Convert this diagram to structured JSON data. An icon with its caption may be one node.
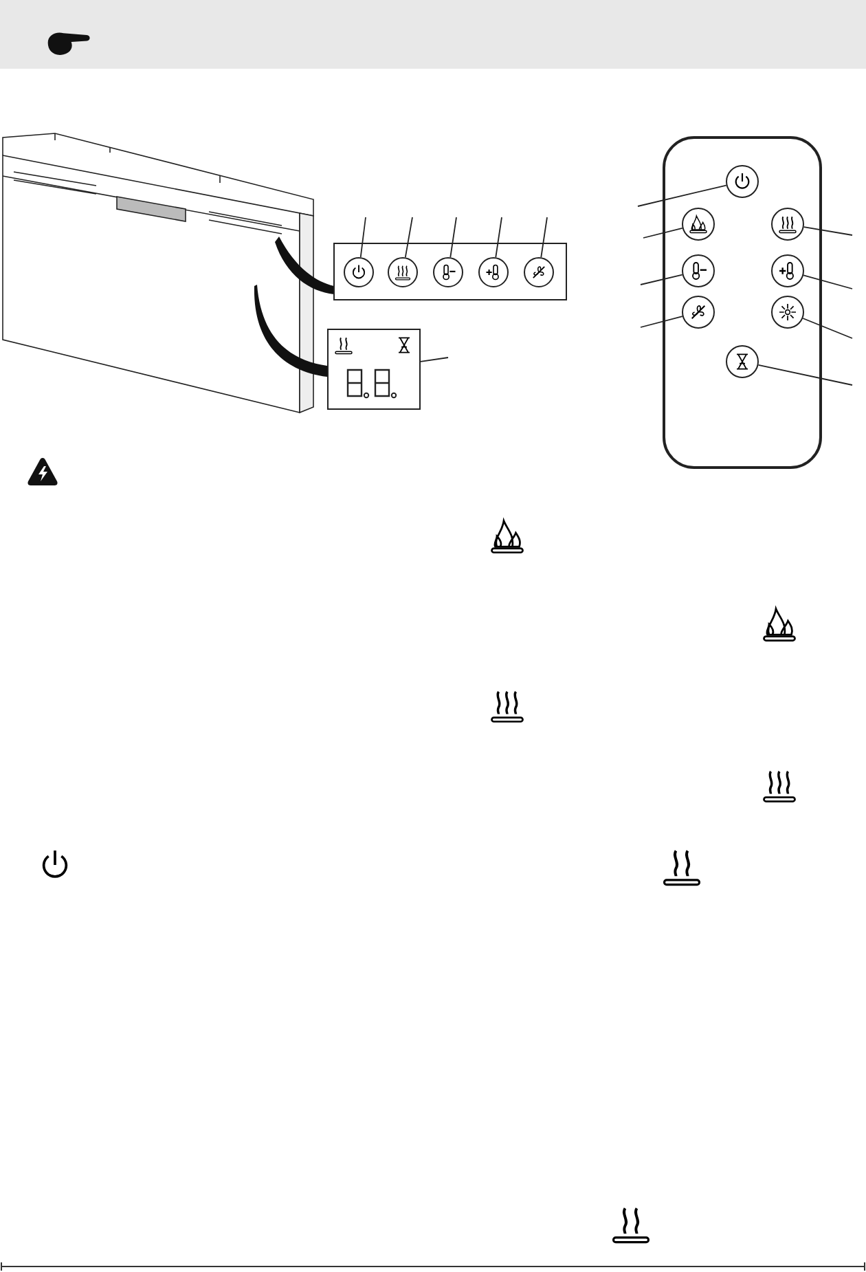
{
  "diagram": {
    "nodes": [
      {
        "text": [],
        "shape": "circle"
      },
      {
        "text": [],
        "shape": "circle"
      },
      {
        "text": [],
        "shape": "circle"
      },
      {
        "text": [],
        "shape": "circle"
      },
      {
        "text": [],
        "shape": "circle"
      },
      {
        "text": [],
        "shape": "box"
      },
      {
        "text": [],
        "shape": "circle"
      },
      {
        "text": [],
        "shape": "circle"
      },
      {
        "text": [],
        "shape": "circle"
      },
      {
        "text": [],
        "shape": "circle"
      },
      {
        "text": [],
        "shape": "circle"
      },
      {
        "text": [],
        "shape": "circle"
      },
      {
        "text": [],
        "shape": "circle"
      },
      {
        "text": [],
        "shape": "circle"
      }
    ],
    "edges": [
      {
        "from": null,
        "to": 0,
        "arrow": "none"
      },
      {
        "from": null,
        "to": 1,
        "arrow": "none"
      },
      {
        "from": null,
        "to": 2,
        "arrow": "none"
      },
      {
        "from": null,
        "to": 3,
        "arrow": "none"
      },
      {
        "from": null,
        "to": 4,
        "arrow": "none"
      },
      {
        "from": null,
        "to": 5,
        "arrow": "none"
      },
      {
        "from": null,
        "to": 6,
        "arrow": "none"
      },
      {
        "from": null,
        "to": 7,
        "arrow": "none"
      },
      {
        "from": null,
        "to": 8,
        "arrow": "none"
      },
      {
        "from": null,
        "to": 9,
        "arrow": "none"
      },
      {
        "from": null,
        "to": 10,
        "arrow": "none"
      },
      {
        "from": null,
        "to": 11,
        "arrow": "none"
      },
      {
        "from": null,
        "to": 12,
        "arrow": "none"
      },
      {
        "from": null,
        "to": 13,
        "arrow": "none"
      }
    ]
  }
}
